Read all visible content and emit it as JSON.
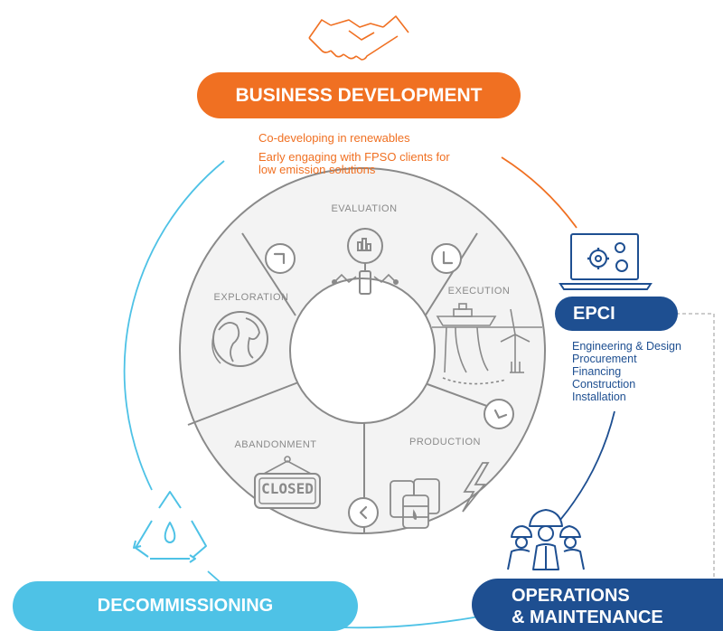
{
  "colors": {
    "orange": "#f07022",
    "light_blue": "#4ec2e6",
    "dark_blue": "#1e4f91",
    "gray": "#8a8a8a",
    "wheel_fill": "#f3f3f3"
  },
  "business_development": {
    "title": "BUSINESS DEVELOPMENT",
    "icon": "handshake-icon",
    "lines": [
      "Co-developing in renewables",
      "Early engaging with FPSO clients for",
      "low emission solutions"
    ]
  },
  "epci": {
    "title": "EPCI",
    "icon": "laptop-gears-icon",
    "items": [
      "Engineering & Design",
      "Procurement",
      "Financing",
      "Construction",
      "Installation"
    ]
  },
  "operations": {
    "title_line1": "OPERATIONS",
    "title_line2": "& MAINTENANCE",
    "icon": "workers-icon"
  },
  "decommissioning": {
    "title": "DECOMMISSIONING",
    "icon": "recycle-icon"
  },
  "wheel": {
    "segments": [
      {
        "label": "EVALUATION",
        "icon": "magnifier-chart-icon"
      },
      {
        "label": "EXECUTION",
        "icon": "ship-wind-turbine-icon"
      },
      {
        "label": "PRODUCTION",
        "icon": "oil-barrels-lightning-icon"
      },
      {
        "label": "ABANDONMENT",
        "icon": "closed-sign-icon"
      },
      {
        "label": "EXPLORATION",
        "icon": "globe-icon"
      }
    ],
    "closed_sign_text": "CLOSED"
  }
}
